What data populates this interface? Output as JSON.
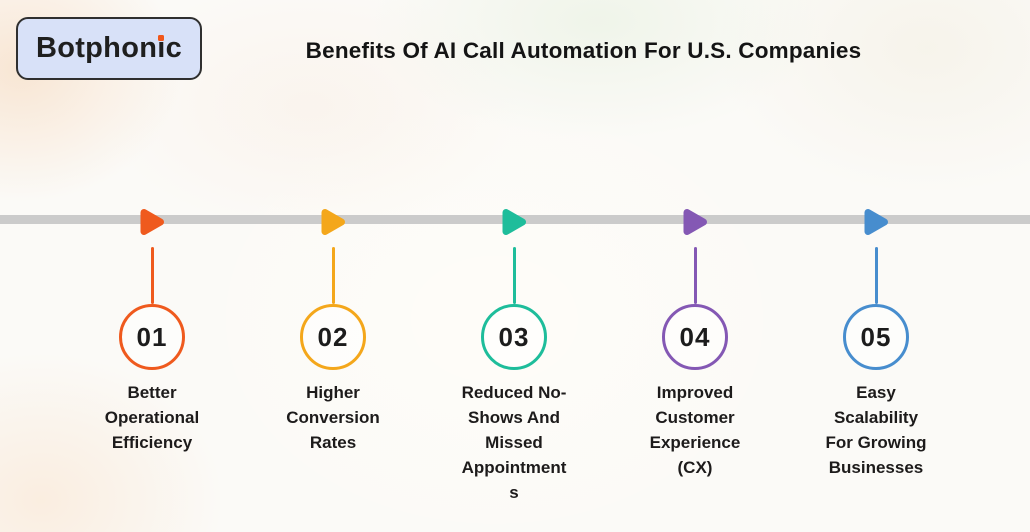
{
  "brand": {
    "name": "Botphonic",
    "name_prefix": "Botphon",
    "name_i": "ı",
    "name_suffix": "c",
    "dot_color": "#F1571B",
    "box_bg": "#D8E1F8",
    "box_border": "#2F2F2F"
  },
  "title": "Benefits Of AI Call Automation For U.S. Companies",
  "timeline": {
    "bar_color": "#CBCBCB"
  },
  "items": [
    {
      "number": "01",
      "label": "Better Operational Efficiency",
      "color": "#EF5A1E"
    },
    {
      "number": "02",
      "label": "Higher Conversion Rates",
      "color": "#F4A71B"
    },
    {
      "number": "03",
      "label": "Reduced No-Shows And Missed Appointments",
      "color": "#1EBD9B"
    },
    {
      "number": "04",
      "label": "Improved Customer Experience (CX)",
      "color": "#8458B4"
    },
    {
      "number": "05",
      "label": "Easy Scalability For Growing Businesses",
      "color": "#478DCE"
    }
  ]
}
